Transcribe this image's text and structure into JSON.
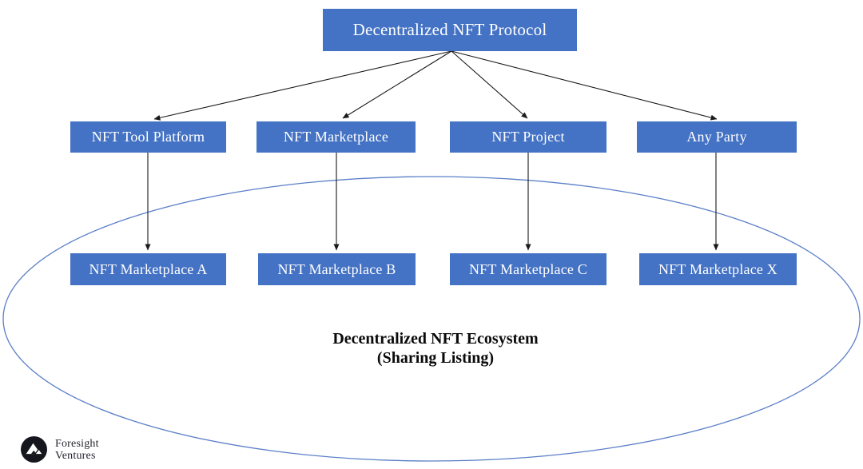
{
  "diagram": {
    "root": {
      "label": "Decentralized NFT Protocol"
    },
    "middle_row": [
      {
        "label": "NFT Tool Platform"
      },
      {
        "label": "NFT Marketplace"
      },
      {
        "label": "NFT Project"
      },
      {
        "label": "Any Party"
      }
    ],
    "bottom_row": [
      {
        "label": "NFT Marketplace A"
      },
      {
        "label": "NFT Marketplace B"
      },
      {
        "label": "NFT Marketplace C"
      },
      {
        "label": "NFT Marketplace X"
      }
    ],
    "ecosystem_label": {
      "line1": "Decentralized NFT Ecosystem",
      "line2": "(Sharing Listing)"
    },
    "colors": {
      "box_fill": "#4472c4",
      "box_text": "#ffffff",
      "ellipse_stroke": "#5b7fc7",
      "arrow": "#1a1a1a"
    }
  },
  "branding": {
    "name_line1": "Foresight",
    "name_line2": "Ventures",
    "logo_icon": "foresight-mountain-icon"
  }
}
